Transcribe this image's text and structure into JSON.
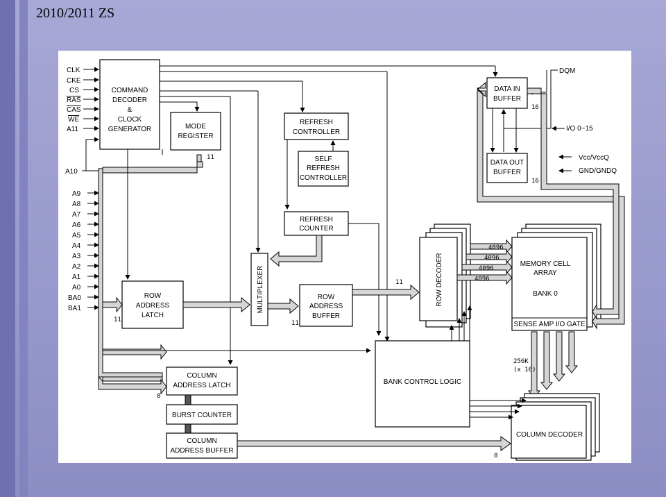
{
  "slide": {
    "title": "2010/2011 ZS"
  },
  "pins": {
    "control": [
      "CLK",
      "CKE",
      "CS",
      "RAS",
      "CAS",
      "WE",
      "A11"
    ],
    "a10": "A10",
    "address": [
      "A9",
      "A8",
      "A7",
      "A6",
      "A5",
      "A4",
      "A3",
      "A2",
      "A1",
      "A0",
      "BA0",
      "BA1"
    ]
  },
  "blocks": {
    "command_decoder": [
      "COMMAND",
      "DECODER",
      "&",
      "CLOCK",
      "GENERATOR"
    ],
    "mode_register": [
      "MODE",
      "REGISTER"
    ],
    "refresh_controller": [
      "REFRESH",
      "CONTROLLER"
    ],
    "self_refresh_controller": [
      "SELF",
      "REFRESH",
      "CONTROLLER"
    ],
    "refresh_counter": [
      "REFRESH",
      "COUNTER"
    ],
    "multiplexer": "MULTIPLEXER",
    "row_address_latch": [
      "ROW",
      "ADDRESS",
      "LATCH"
    ],
    "row_address_buffer": [
      "ROW",
      "ADDRESS",
      "BUFFER"
    ],
    "row_decoder": "ROW DECODER",
    "memory_cell_array": [
      "MEMORY CELL",
      "ARRAY"
    ],
    "bank": "BANK 0",
    "sense_amp": "SENSE AMP I/O GATE",
    "bank_control_logic": "BANK CONTROL LOGIC",
    "column_address_latch": [
      "COLUMN",
      "ADDRESS LATCH"
    ],
    "burst_counter": "BURST COUNTER",
    "column_address_buffer": [
      "COLUMN",
      "ADDRESS BUFFER"
    ],
    "column_decoder": "COLUMN DECODER",
    "data_in_buffer": [
      "DATA IN",
      "BUFFER"
    ],
    "data_out_buffer": [
      "DATA OUT",
      "BUFFER"
    ]
  },
  "signals": {
    "dqm": "DQM",
    "io": "I/O 0~15",
    "vcc": "Vcc/VccQ",
    "gnd": "GND/GNDQ"
  },
  "bus_widths": {
    "mode_reg": "11",
    "row_latch": "11",
    "row_buffer": "11",
    "row_decoder_in": "11",
    "col_latch": "8",
    "col_decoder": "8",
    "row_lines": [
      "4096",
      "4096",
      "4096",
      "4096"
    ],
    "data_in_left": "16",
    "data_in_right": "16",
    "data_out_left": "16",
    "data_out_right": "16",
    "sense_lines": [
      "256K",
      "(x 16)"
    ]
  },
  "colors": {
    "background": "#9b9cce",
    "panel": "#ffffff",
    "bus_fill": "#d6d6d6"
  }
}
